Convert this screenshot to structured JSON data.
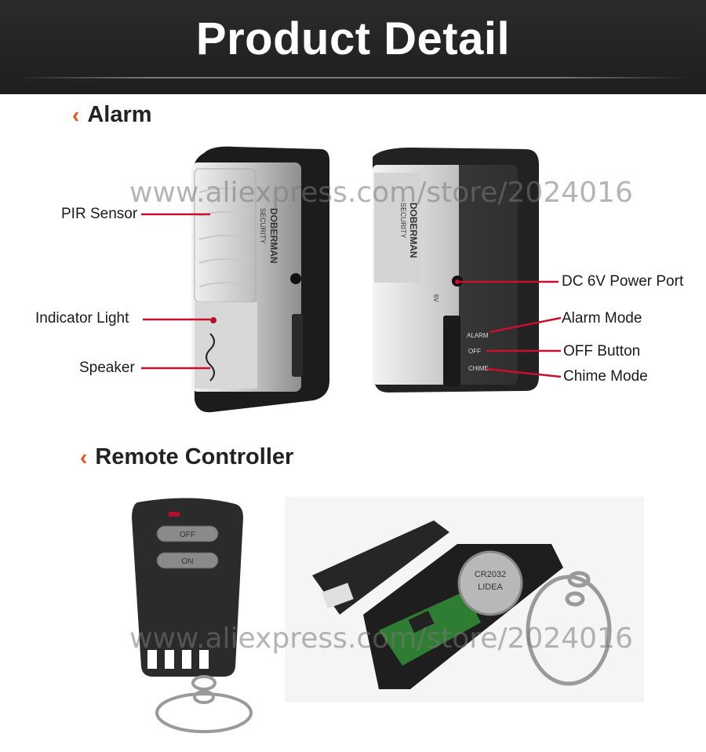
{
  "header": {
    "title": "Product Detail"
  },
  "sections": {
    "alarm": {
      "icon": "chevron-left-icon",
      "title": "Alarm"
    },
    "remote": {
      "icon": "chevron-left-icon",
      "title": "Remote Controller"
    }
  },
  "alarm_labels": {
    "pir_sensor": "PIR Sensor",
    "indicator_light": "Indicator Light",
    "speaker": "Speaker",
    "dc_power_port": "DC 6V Power Port",
    "alarm_mode": "Alarm Mode",
    "off_button": "OFF Button",
    "chime_mode": "Chime Mode"
  },
  "device_text": {
    "brand": "DOBERMAN",
    "brand_sub": "SECURITY",
    "port_text": "6V",
    "switch_alarm": "ALARM",
    "switch_off": "OFF",
    "switch_chime": "CHIME"
  },
  "remote_text": {
    "button_off": "OFF",
    "button_on": "ON",
    "battery": "CR2032",
    "battery_brand": "LIDEA"
  },
  "watermarks": {
    "top": "www.aliexpress.com/store/2024016",
    "bottom": "www.aliexpress.com/store/2024016"
  },
  "colors": {
    "accent": "#e8541c",
    "leader_line": "#c8102e",
    "header_bg": "#222222"
  }
}
